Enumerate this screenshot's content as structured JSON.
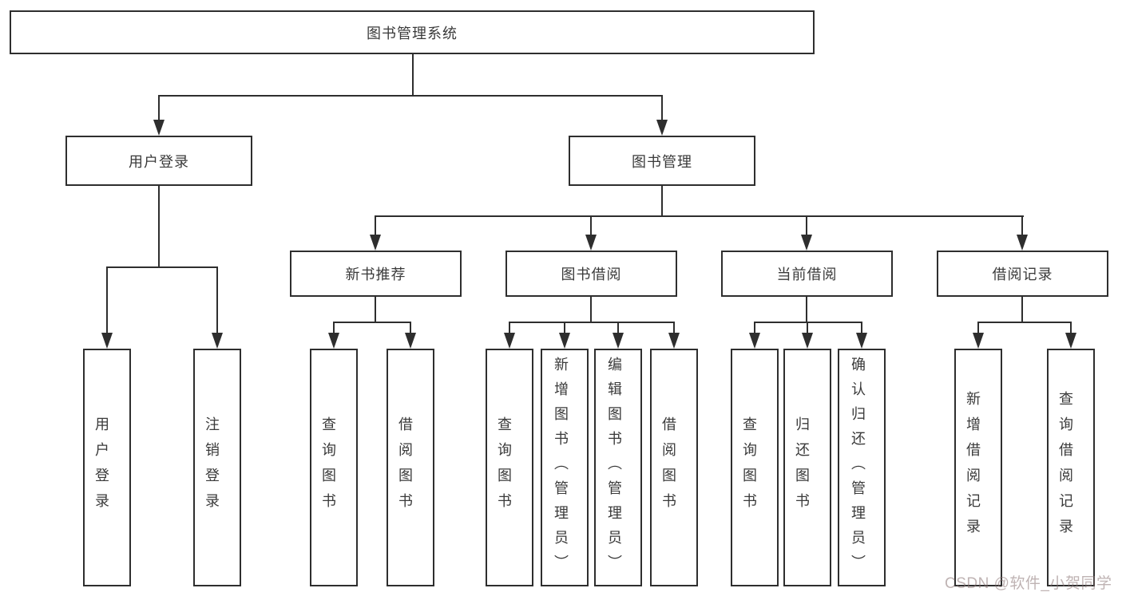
{
  "colors": {
    "background": "#ffffff",
    "line": "#2e2e2e",
    "text": "#3a3a3a",
    "watermark": "rgba(138,116,116,0.55)"
  },
  "tree": {
    "label": "图书管理系统",
    "children": [
      {
        "label": "用户登录",
        "children": [
          {
            "label": "用户登录"
          },
          {
            "label": "注销登录"
          }
        ]
      },
      {
        "label": "图书管理",
        "children": [
          {
            "label": "新书推荐",
            "children": [
              {
                "label": "查询图书"
              },
              {
                "label": "借阅图书"
              }
            ]
          },
          {
            "label": "图书借阅",
            "children": [
              {
                "label": "查询图书"
              },
              {
                "label": "新增图书（管理员）"
              },
              {
                "label": "编辑图书（管理员）"
              },
              {
                "label": "借阅图书"
              }
            ]
          },
          {
            "label": "当前借阅",
            "children": [
              {
                "label": "查询图书"
              },
              {
                "label": "归还图书"
              },
              {
                "label": "确认归还（管理员）"
              }
            ]
          },
          {
            "label": "借阅记录",
            "children": [
              {
                "label": "新增借阅记录"
              },
              {
                "label": "查询借阅记录"
              }
            ]
          }
        ]
      }
    ]
  },
  "watermark": {
    "text": "CSDN @软件_小贺同学"
  }
}
